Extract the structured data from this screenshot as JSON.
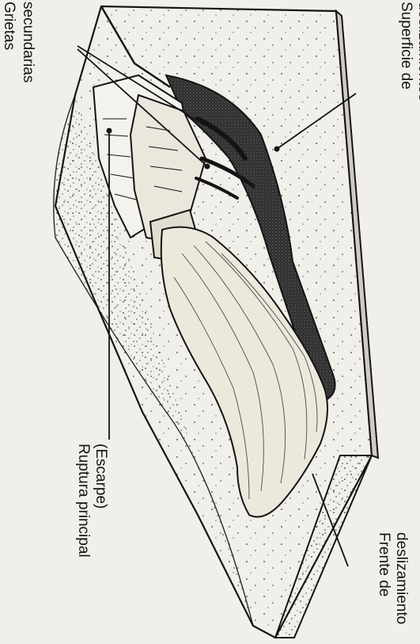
{
  "labels": {
    "secondary_cracks_line1": "Grietas",
    "secondary_cracks_line2": "secundarias",
    "slip_surface_line1": "Superficie de",
    "slip_surface_line2": "deslizamientos",
    "main_rupture_line1": "Ruptura principal",
    "main_rupture_line2": "(Escarpe)",
    "slide_front_line1": "Frente de",
    "slide_front_line2": "deslizamiento"
  },
  "colors": {
    "paper": "#f1efe9",
    "ink": "#141414",
    "slip_surface_fill": "#3a3a3a",
    "slide_body_fill": "#ece8dc"
  }
}
